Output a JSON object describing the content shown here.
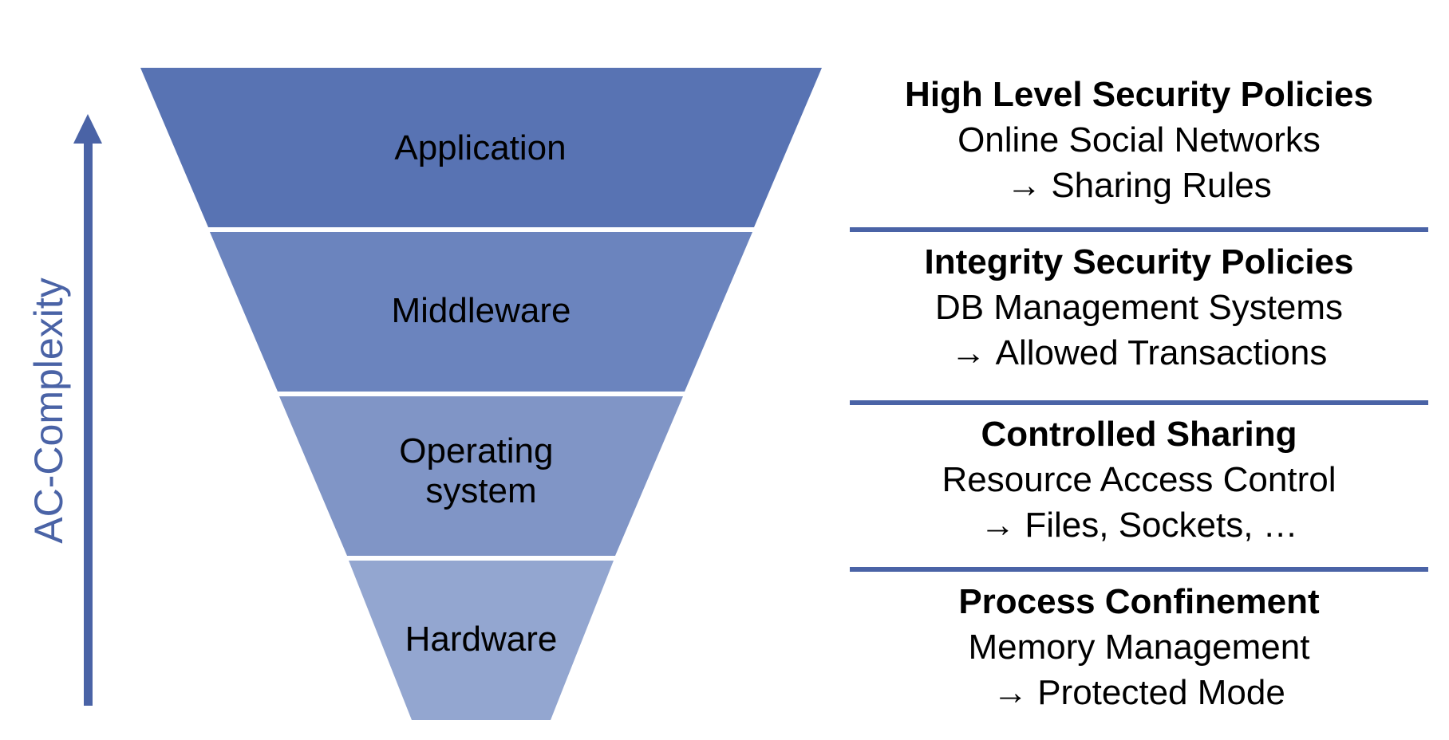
{
  "colors": {
    "arrow": "#4a63a6",
    "layer_1": "#5873b3",
    "layer_2": "#6b84be",
    "layer_3": "#8095c6",
    "layer_4": "#93a6d0",
    "separator": "#4a63a6",
    "text": "#000000"
  },
  "axis": {
    "label": "AC-Complexity",
    "direction": "up"
  },
  "layers": [
    {
      "lines": [
        "Application"
      ]
    },
    {
      "lines": [
        "Middleware"
      ]
    },
    {
      "lines": [
        "Operating",
        "system"
      ]
    },
    {
      "lines": [
        "Hardware"
      ]
    }
  ],
  "policies": [
    {
      "title": "High Level Security Policies",
      "line1": "Online Social Networks",
      "arrow": "→",
      "line2": "Sharing Rules"
    },
    {
      "title": "Integrity Security Policies",
      "line1": "DB Management Systems",
      "arrow": "→",
      "line2": "Allowed Transactions"
    },
    {
      "title": "Controlled Sharing",
      "line1": "Resource Access Control",
      "arrow": "→",
      "line2": "Files, Sockets, …"
    },
    {
      "title": "Process Confinement",
      "line1": "Memory Management",
      "arrow": "→",
      "line2": "Protected Mode"
    }
  ]
}
